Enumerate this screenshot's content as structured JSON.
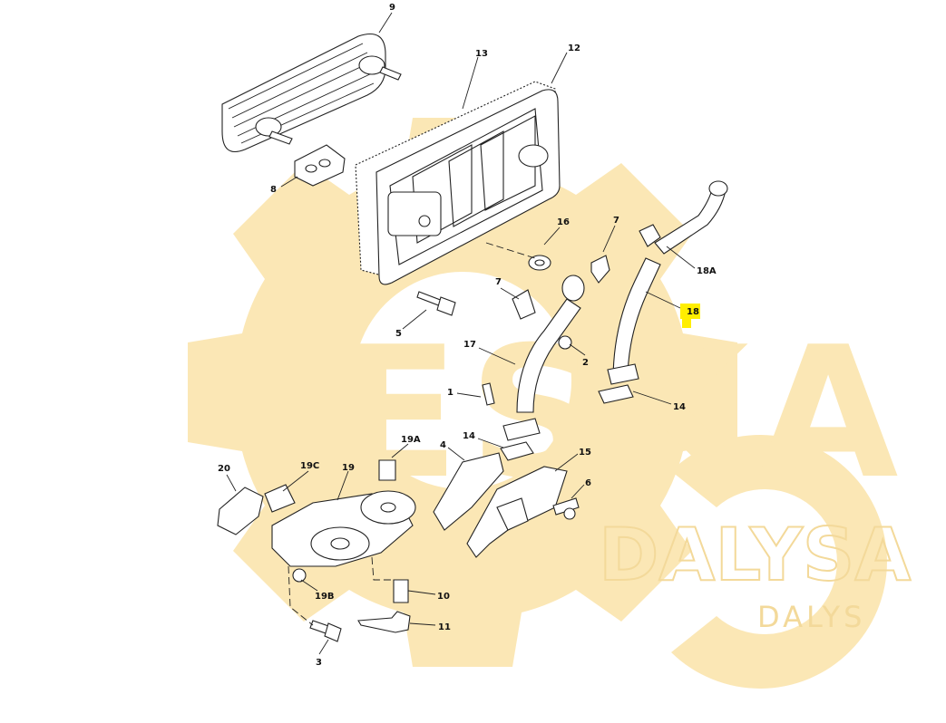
{
  "watermark": {
    "brand": "ESKA",
    "brand_outline": "DALYSA",
    "subtitle": "DALYS",
    "color": "#fbe7b5"
  },
  "highlight_color": "#ffee00",
  "callouts": [
    {
      "id": "c9",
      "label": "9"
    },
    {
      "id": "c13",
      "label": "13"
    },
    {
      "id": "c12",
      "label": "12"
    },
    {
      "id": "c8",
      "label": "8"
    },
    {
      "id": "c16",
      "label": "16"
    },
    {
      "id": "c7a",
      "label": "7"
    },
    {
      "id": "c18a",
      "label": "18A"
    },
    {
      "id": "c7b",
      "label": "7"
    },
    {
      "id": "c18",
      "label": "18"
    },
    {
      "id": "c5",
      "label": "5"
    },
    {
      "id": "c17",
      "label": "17"
    },
    {
      "id": "c2",
      "label": "2"
    },
    {
      "id": "c1",
      "label": "1"
    },
    {
      "id": "c14a",
      "label": "14"
    },
    {
      "id": "c14b",
      "label": "14"
    },
    {
      "id": "c19a",
      "label": "19A"
    },
    {
      "id": "c4",
      "label": "4"
    },
    {
      "id": "c15",
      "label": "15"
    },
    {
      "id": "c20",
      "label": "20"
    },
    {
      "id": "c19c",
      "label": "19C"
    },
    {
      "id": "c19",
      "label": "19"
    },
    {
      "id": "c6",
      "label": "6"
    },
    {
      "id": "c19b",
      "label": "19B"
    },
    {
      "id": "c10",
      "label": "10"
    },
    {
      "id": "c11",
      "label": "11"
    },
    {
      "id": "c3",
      "label": "3"
    }
  ]
}
